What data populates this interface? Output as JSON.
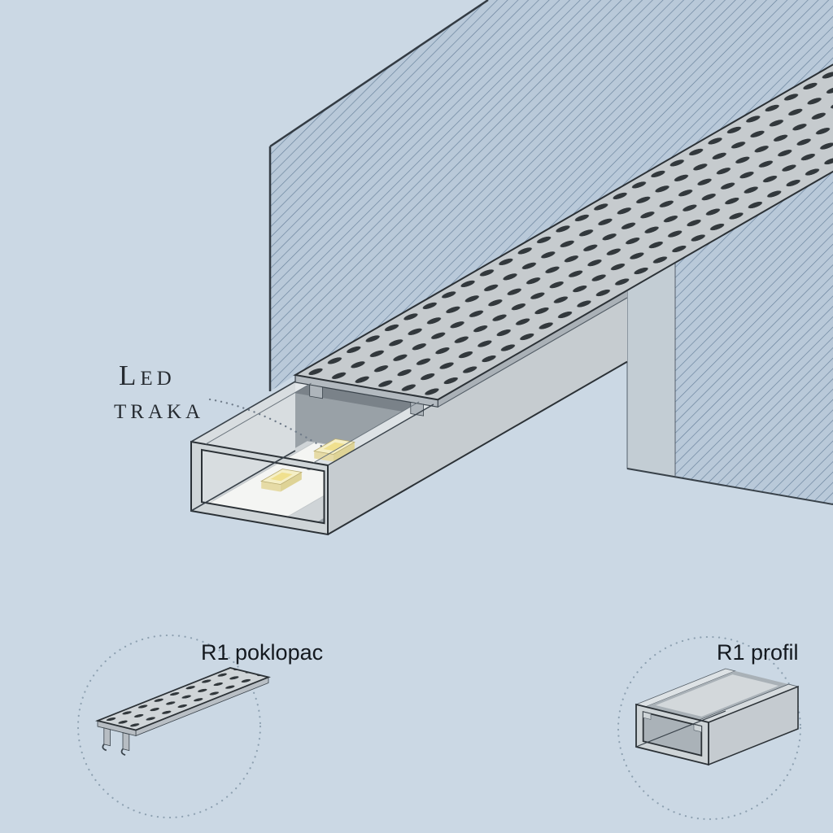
{
  "scene": {
    "background_color": "#cbd8e4",
    "type": "isometric-technical-illustration",
    "subject": "Recessed LED aluminium profile with perforated cover mounted in a hatched surface block"
  },
  "callout": {
    "line1": "Led",
    "line2": "traka"
  },
  "details": {
    "left": {
      "label": "R1 poklopac"
    },
    "right": {
      "label": "R1 profil"
    }
  },
  "parts": [
    {
      "id": "led-strip",
      "label": "Led traka"
    },
    {
      "id": "perforated-cover",
      "label": "R1 poklopac"
    },
    {
      "id": "channel-profile",
      "label": "R1 profil"
    }
  ],
  "colors": {
    "background": "#cbd8e4",
    "block_fill": "#b9c9d9",
    "hatch_line": "#67809a",
    "profile_light": "#d8dde0",
    "profile_mid": "#c6ccd0",
    "profile_dark": "#99a1a7",
    "perforation": "#32383c",
    "outline": "#2b3136",
    "led_pcb": "#f4f5f3",
    "led_chip": "#f5efc6",
    "led_phosphor": "#f0e08e",
    "text": "#262b31"
  }
}
